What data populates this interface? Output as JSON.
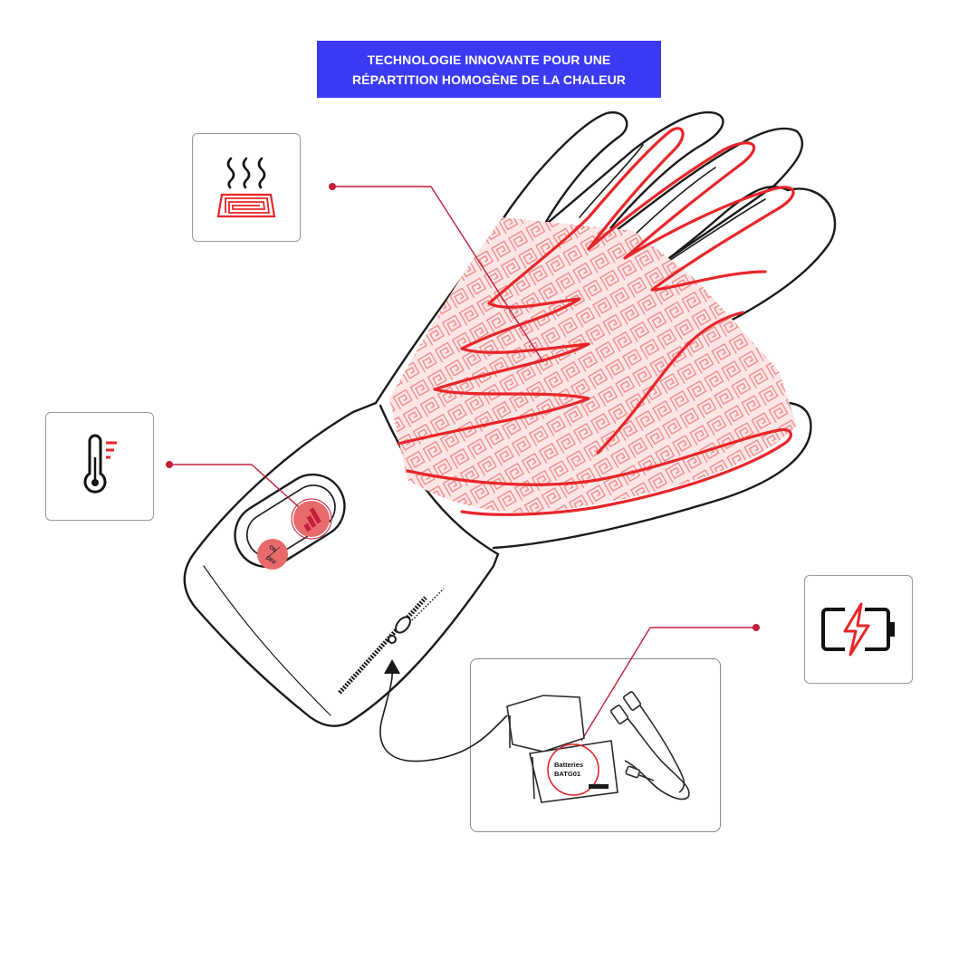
{
  "banner": {
    "line1": "TECHNOLOGIE INNOVANTE POUR UNE",
    "line2": "RÉPARTITION HOMOGÈNE DE LA CHALEUR",
    "background": "#3b3bf5",
    "text_color": "#ffffff"
  },
  "icons": {
    "heating": "heating-element-icon",
    "temperature": "thermometer-icon",
    "battery": "battery-charging-icon"
  },
  "glove": {
    "button_on_off_line1": "ON",
    "button_on_off_line2": "OFF"
  },
  "battery_pack": {
    "label_line1": "Batteries",
    "label_line2": "BATG01"
  },
  "colors": {
    "accent_red": "#e8262a",
    "callout_red": "#c21f3a",
    "outline": "#1a1a1a"
  }
}
